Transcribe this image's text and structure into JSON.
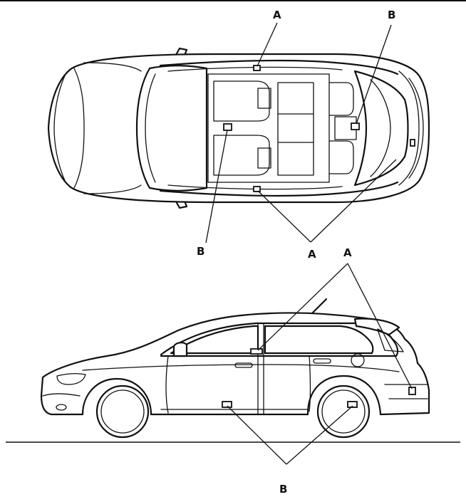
{
  "labels": {
    "top_a": "A",
    "top_b_right": "B",
    "top_b_left": "B",
    "top_a_bottom": "A",
    "side_a": "A",
    "side_b": "B"
  }
}
